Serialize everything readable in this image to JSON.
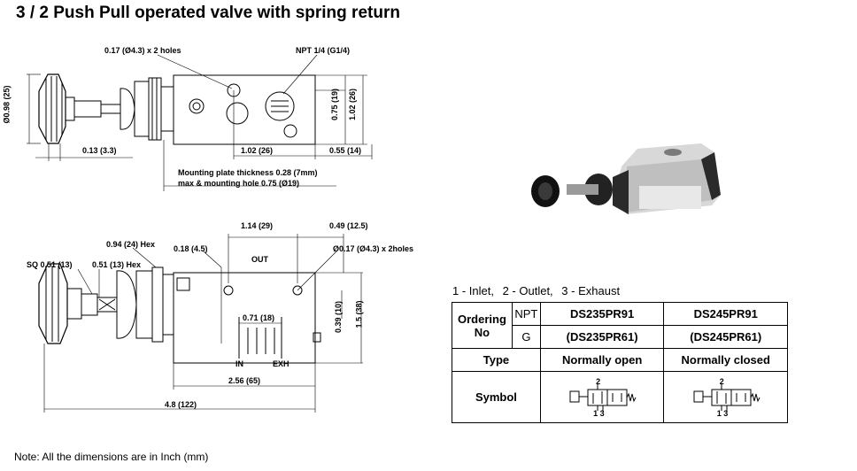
{
  "title": "3 / 2 Push Pull operated valve with spring return",
  "top_view": {
    "holes": "0.17 (Ø4.3) x 2 holes",
    "port": "NPT 1/4 (G1/4)",
    "knob_dia": "Ø0.98 (25)",
    "knob_offset": "0.13 (3.3)",
    "height_a": "0.75 (19)",
    "height_b": "1.02 (26)",
    "port_spacing": "1.02 (26)",
    "end_offset": "0.55 (14)",
    "plate_line1": "Mounting plate thickness 0.28 (7mm)",
    "plate_line2": "max & mounting hole 0.75 (Ø19)"
  },
  "side_view": {
    "width_a": "1.14 (29)",
    "width_b": "0.49 (12.5)",
    "hex_a": "0.94 (24) Hex",
    "offset": "0.18 (4.5)",
    "holes": "Ø0.17 (Ø4.3) x 2holes",
    "sq": "SQ 0.51 (13)",
    "hex_b": "0.51 (13) Hex",
    "out_label": "OUT",
    "pitch": "0.71 (18)",
    "in_label": "IN",
    "exh_label": "EXH",
    "height_a": "0.39 (10)",
    "height_b": "1.5 (38)",
    "body_len": "2.56 (65)",
    "total_len": "4.8 (122)"
  },
  "legend": {
    "inlet": "1 - Inlet,",
    "outlet": "2 - Outlet,",
    "exhaust": "3 - Exhaust"
  },
  "table": {
    "ordering_label": "Ordering No",
    "npt_label": "NPT",
    "g_label": "G",
    "col1_npt": "DS235PR91",
    "col1_g": "(DS235PR61)",
    "col2_npt": "DS245PR91",
    "col2_g": "(DS245PR61)",
    "type_label": "Type",
    "col1_type": "Normally open",
    "col2_type": "Normally closed",
    "symbol_label": "Symbol",
    "sym_top": "2",
    "sym_bottom": "1 3"
  },
  "note": "Note: All the dimensions are in Inch (mm)"
}
